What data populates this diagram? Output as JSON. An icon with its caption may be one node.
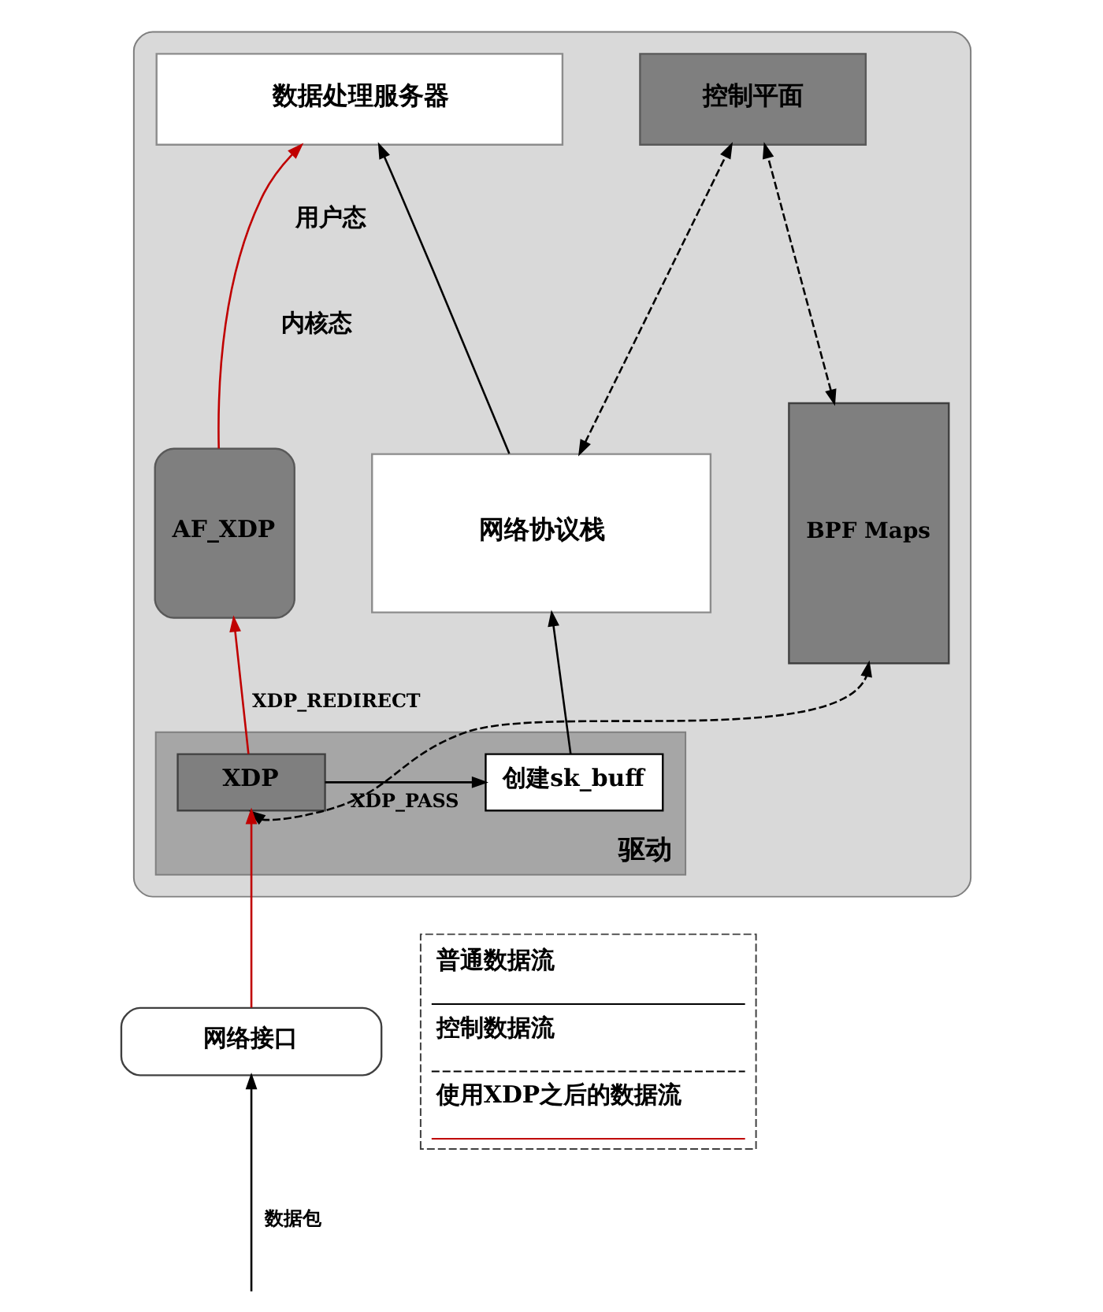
{
  "diagram": {
    "nodes": [
      {
        "text": [],
        "shape": "box"
      },
      {
        "text": [
          "数据处理服务器"
        ],
        "in": 0
      },
      {
        "text": [
          "控制平面"
        ],
        "in": 0
      },
      {
        "text": [
          "AF_XDP"
        ],
        "in": 0
      },
      {
        "text": [
          "网络协议栈"
        ],
        "in": 0
      },
      {
        "text": [
          "BPF Maps"
        ],
        "in": 0
      },
      {
        "text": [
          "驱动"
        ],
        "in": 0
      },
      {
        "text": [
          "XDP"
        ],
        "in": 6
      },
      {
        "text": [
          "创建sk_buff"
        ],
        "in": 6
      },
      {
        "text": [
          "网络接口"
        ]
      }
    ],
    "edges": [
      {
        "from": 3,
        "to": 1,
        "arrow": "to",
        "color": "#c00000"
      },
      {
        "from": 4,
        "to": 1,
        "arrow": "to"
      },
      {
        "from": 4,
        "to": 2,
        "arrow": "both",
        "style": "dashed"
      },
      {
        "from": 5,
        "to": 2,
        "arrow": "both",
        "style": "dashed"
      },
      {
        "from": 7,
        "to": 3,
        "arrow": "to",
        "label": "XDP_REDIRECT",
        "color": "#c00000"
      },
      {
        "from": 7,
        "to": 8,
        "arrow": "to",
        "label": "XDP_PASS"
      },
      {
        "from": 8,
        "to": 4,
        "arrow": "to"
      },
      {
        "from": 7,
        "to": 5,
        "arrow": "both",
        "style": "dashed"
      },
      {
        "from": 9,
        "to": 7,
        "arrow": "to",
        "color": "#c00000"
      },
      {
        "from": null,
        "to": 9,
        "arrow": "to",
        "label": "数据包"
      }
    ],
    "labels": [
      "用户态",
      "内核态"
    ],
    "legend": [
      {
        "text": "普通数据流"
      },
      {
        "text": "控制数据流"
      },
      {
        "text": "使用XDP之后的数据流"
      }
    ]
  }
}
